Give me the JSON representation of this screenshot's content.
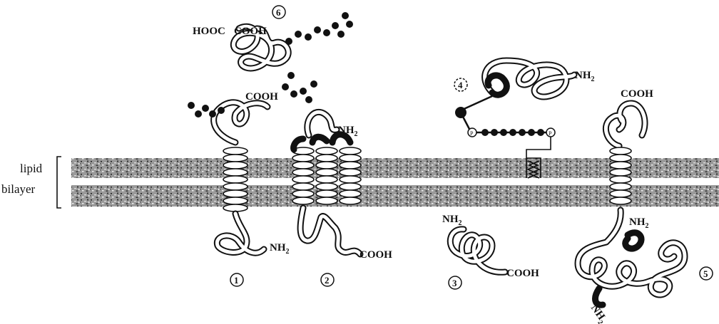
{
  "side_label": {
    "line1": "lipid",
    "line2": "bilayer"
  },
  "numbers": [
    "1",
    "2",
    "3",
    "4",
    "5",
    "6"
  ],
  "terminals": {
    "p1_cooh": "COOH",
    "p1_nh": "NH",
    "p1_nh_sub": "2",
    "p2_nh": "NH",
    "p2_nh_sub": "2",
    "p2_cooh": "COOH",
    "p3_nh": "NH",
    "p3_nh_sub": "2",
    "p3_cooh": "COOH",
    "p4_nh": "NH",
    "p4_nh_sub": "2",
    "p5_cooh": "COOH",
    "p5_nh_top": "NH",
    "p5_nh_top_sub": "2",
    "p5_nh_bottom": "NH",
    "p5_nh_bottom_sub": "2",
    "p6_hooc": "HOOC",
    "p6_cooh": "COOH"
  },
  "phosphate_marker": "P"
}
